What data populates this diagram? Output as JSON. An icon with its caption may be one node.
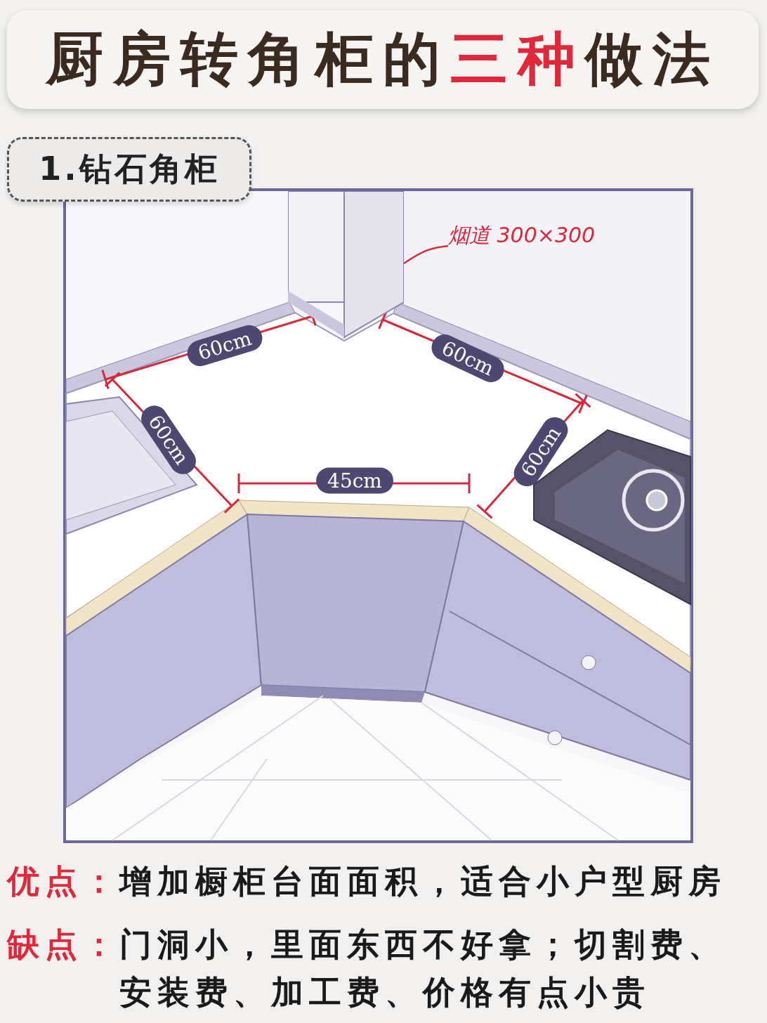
{
  "diagram": {
    "title": "厨房转角柜的**三种**做法",
    "nodes": [
      {
        "text": [
          "1.钻石角柜"
        ]
      },
      {
        "text": [
          "烟道 300×300"
        ]
      },
      {
        "text": [],
        "shape": "box"
      }
    ],
    "edges": [
      {
        "from": 1,
        "to": 2,
        "arrow": "none"
      }
    ],
    "labels": [
      "60cm",
      "60cm",
      "60cm",
      "45cm",
      "60cm",
      "优点：",
      "增加橱柜台面面积，适合小户型厨房",
      "缺点：",
      "门洞小，里面东西不好拿；切割费、安装费、加工费、价格有点小贵"
    ]
  }
}
